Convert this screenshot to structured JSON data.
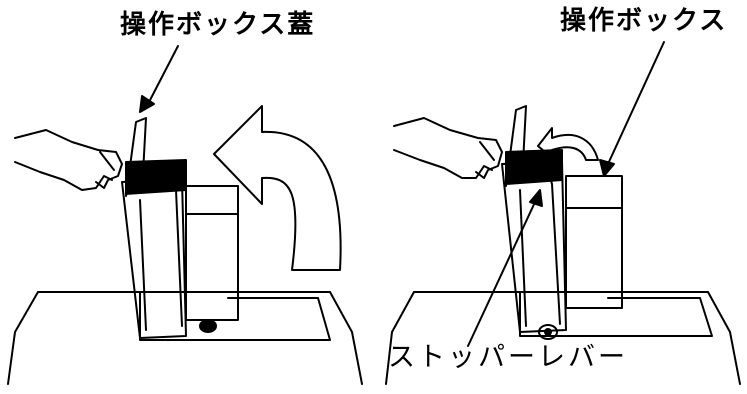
{
  "figure": {
    "labels": {
      "lid": "操作ボックス蓋",
      "box": "操作ボックス",
      "stopper_lever": "ストッパーレバー"
    }
  },
  "colors": {
    "ink": "#000000",
    "paper": "#ffffff"
  }
}
